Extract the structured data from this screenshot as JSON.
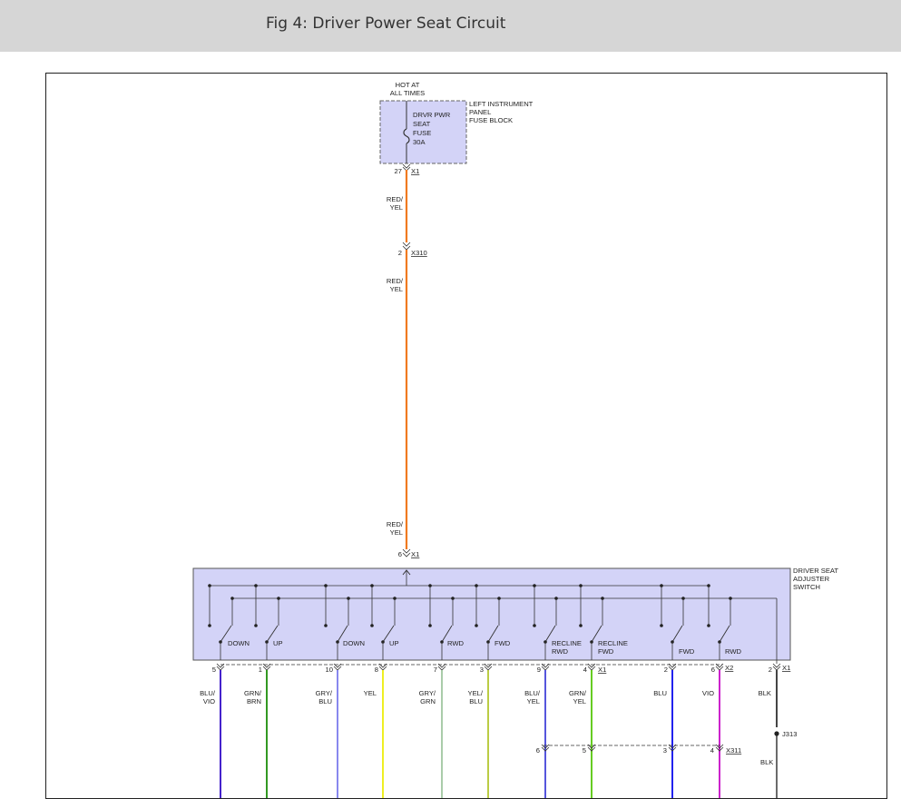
{
  "header": {
    "title": "Fig 4: Driver Power Seat Circuit"
  },
  "fuse_block": {
    "hot_label_1": "HOT AT",
    "hot_label_2": "ALL TIMES",
    "name_1": "LEFT INSTRUMENT",
    "name_2": "PANEL",
    "name_3": "FUSE BLOCK",
    "fuse_1": "DRVR PWR",
    "fuse_2": "SEAT",
    "fuse_3": "FUSE",
    "fuse_4": "30A",
    "pin": "27",
    "connector": "X1"
  },
  "feed_wire": {
    "color_1a": "RED/",
    "color_1b": "YEL",
    "splice_pin": "2",
    "splice_connector": "X310",
    "color_2a": "RED/",
    "color_2b": "YEL",
    "color_3a": "RED/",
    "color_3b": "YEL",
    "switch_pin": "6",
    "switch_connector": "X1"
  },
  "switch": {
    "name_1": "DRIVER SEAT",
    "name_2": "ADJUSTER",
    "name_3": "SWITCH",
    "labels": [
      "DOWN",
      "UP",
      "DOWN",
      "UP",
      "RWD",
      "FWD",
      "RECLINE",
      "RWD",
      "RECLINE",
      "FWD",
      "FWD",
      "RWD"
    ]
  },
  "outputs": {
    "pins": [
      "5",
      "1",
      "10",
      "8",
      "7",
      "3",
      "9",
      "4",
      "2",
      "6",
      "2"
    ],
    "connectors": [
      "X1",
      "X2",
      "X1"
    ],
    "wire_colors": [
      [
        "BLU/",
        "VIO"
      ],
      [
        "GRN/",
        "BRN"
      ],
      [
        "GRY/",
        "BLU"
      ],
      [
        "YEL"
      ],
      [
        "GRY/",
        "GRN"
      ],
      [
        "YEL/",
        "BLU"
      ],
      [
        "BLU/",
        "YEL"
      ],
      [
        "GRN/",
        "YEL"
      ],
      [
        "BLU"
      ],
      [
        "VIO"
      ],
      [
        "BLK"
      ]
    ],
    "wire_hex": [
      "#4422cc",
      "#339922",
      "#8888ee",
      "#eeee22",
      "#aaccaa",
      "#bbcc44",
      "#5555dd",
      "#66cc22",
      "#2222ee",
      "#cc22cc",
      "#444444"
    ],
    "feed_hex": "#f07a20",
    "splice": {
      "name": "J313",
      "wire": "BLK"
    },
    "lower_connector": {
      "pins": [
        "6",
        "5",
        "3",
        "4"
      ],
      "name": "X311"
    }
  }
}
